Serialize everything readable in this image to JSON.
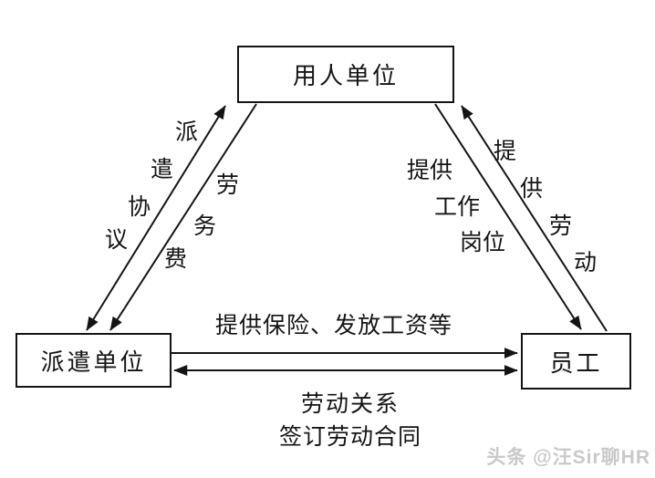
{
  "canvas": {
    "background": "#ffffff",
    "line_color": "#1a1a1a"
  },
  "nodes": {
    "employer": "用人单位",
    "agency": "派遣单位",
    "employee": "员工"
  },
  "edges": {
    "dispatch_agreement": {
      "label": "派遣协议",
      "chars": [
        "派",
        "遣",
        "协",
        "议"
      ],
      "between": "agency-employer",
      "direction": "both"
    },
    "labor_fee": {
      "label": "劳务费",
      "chars": [
        "劳",
        "务",
        "费"
      ],
      "between": "employer-agency",
      "direction": "down"
    },
    "provide_job": {
      "label": "提供工作岗位",
      "groups": [
        "提供",
        "工作",
        "岗位"
      ],
      "between": "employer-employee",
      "direction": "down"
    },
    "provide_labor": {
      "label": "提供劳动",
      "chars": [
        "提",
        "供",
        "劳",
        "动"
      ],
      "between": "employee-employer",
      "direction": "up"
    },
    "insurance_wages": {
      "label": "提供保险、发放工资等",
      "between": "agency-employee",
      "direction": "right"
    },
    "labor_relation": {
      "line1": "劳动关系",
      "line2": "签订劳动合同",
      "between": "agency-employee",
      "direction": "both"
    }
  },
  "watermark": "头条 @汪Sir聊HR"
}
